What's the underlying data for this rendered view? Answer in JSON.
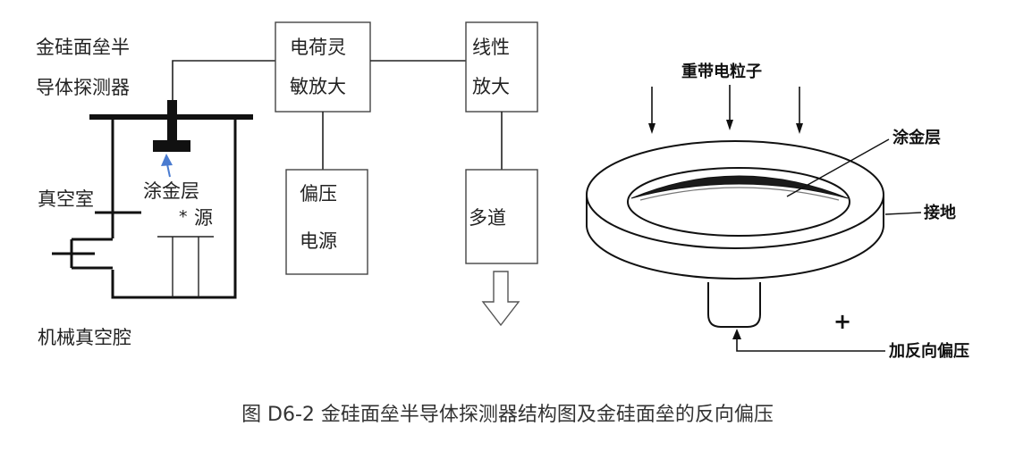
{
  "left_diagram": {
    "detector_label_line1": "金硅面垒半",
    "detector_label_line2": "导体探测器",
    "vacuum_chamber_label": "真空室",
    "coating_label": "涂金层",
    "source_mark": "*",
    "source_label": "源",
    "mechanical_chamber_label": "机械真空腔",
    "charge_amp_line1": "电荷灵",
    "charge_amp_line2": "敏放大",
    "bias_supply_line1": "偏压",
    "bias_supply_line2": "电源",
    "linear_amp_line1": "线性",
    "linear_amp_line2": "放大",
    "multichannel_label": "多道",
    "arrow_color": "#4a7bd0"
  },
  "right_diagram": {
    "particles_label": "重带电粒子",
    "coating_label": "涂金层",
    "ground_label": "接地",
    "plus_label": "+",
    "reverse_bias_label": "加反向偏压"
  },
  "caption": "图 D6-2 金硅面垒半导体探测器结构图及金硅面垒的反向偏压"
}
